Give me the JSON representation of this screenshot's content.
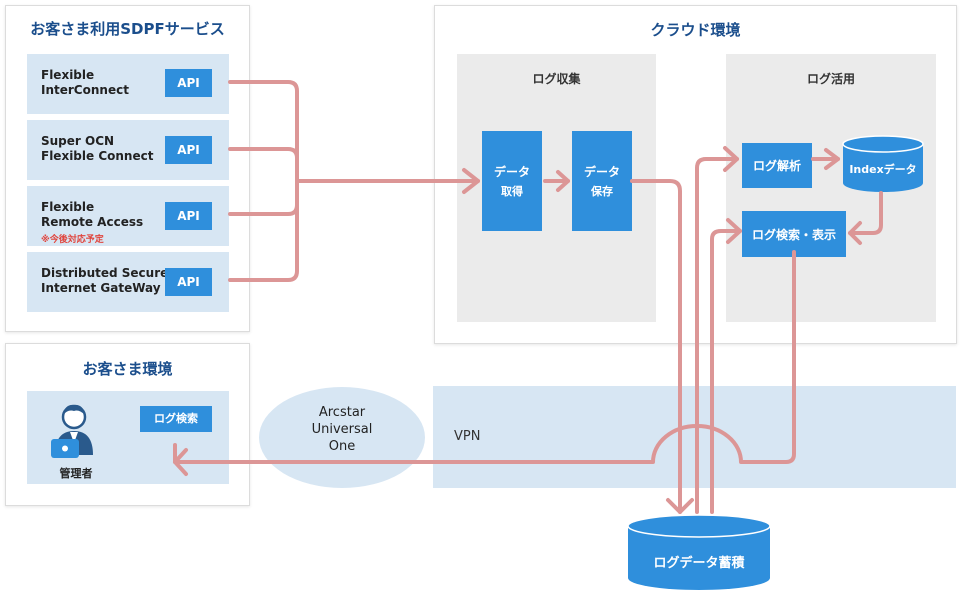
{
  "sdpf": {
    "title": "お客さま利用SDPFサービス",
    "services": [
      {
        "name": "Flexible\nInterConnect",
        "api": "API"
      },
      {
        "name": "Super OCN\nFlexible Connect",
        "api": "API"
      },
      {
        "name": "Flexible\nRemote Access",
        "api": "API",
        "note": "※今後対応予定"
      },
      {
        "name": "Distributed Secure\nInternet GateWay",
        "api": "API"
      }
    ]
  },
  "customer": {
    "title": "お客さま環境",
    "admin_label": "管理者",
    "log_search": "ログ検索"
  },
  "cloud": {
    "title": "クラウド環境",
    "collect": {
      "title": "ログ収集",
      "acquire_line1": "データ",
      "acquire_line2": "取得",
      "save_line1": "データ",
      "save_line2": "保存"
    },
    "utilize": {
      "title": "ログ活用",
      "analysis": "ログ解析",
      "index": "Indexデータ",
      "search_display": "ログ検索・表示"
    }
  },
  "network": {
    "arcstar": "Arcstar\nUniversal\nOne",
    "vpn": "VPN"
  },
  "storage": {
    "label": "ログデータ蓄積"
  },
  "colors": {
    "arrow": "#dc9696",
    "blue": "#2f8fdc",
    "light_blue": "#d7e6f3",
    "title_blue": "#1b4e8c"
  }
}
